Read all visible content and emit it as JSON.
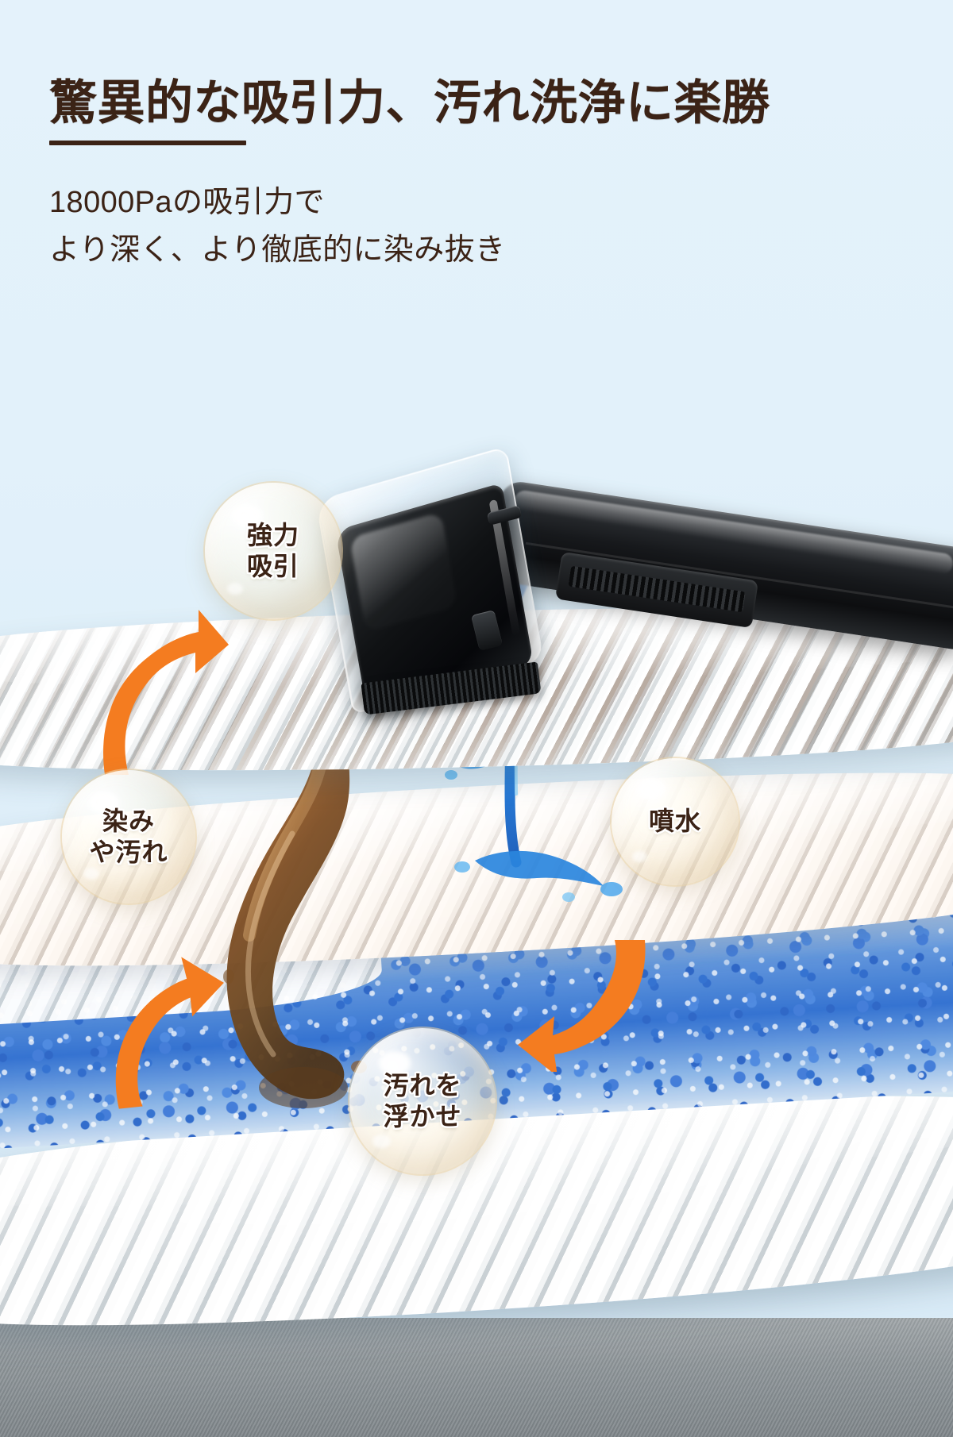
{
  "page": {
    "background_color": "#e3f2fa",
    "text_color": "#3b2316",
    "accent_color": "#f47c20"
  },
  "header": {
    "headline": "驚異的な吸引力、汚れ洗浄に楽勝",
    "subtitle_line1": "18000Paの吸引力で",
    "subtitle_line2": "より深く、より徹底的に染み抜き"
  },
  "spec": {
    "suction_power": "18000Pa"
  },
  "callouts": [
    {
      "id": "suction",
      "line1": "強力",
      "line2": "吸引"
    },
    {
      "id": "stain",
      "line1": "染み",
      "line2": "や汚れ"
    },
    {
      "id": "spray",
      "line1": "噴水",
      "line2": ""
    },
    {
      "id": "lift",
      "line1": "汚れを",
      "line2": "浮かせ"
    }
  ],
  "scene": {
    "device_label": "cordless-carpet-cleaner-head",
    "layers": [
      "top-woven-carpet-with-dirt",
      "middle-woven-carpet",
      "blue-bead-foam-layer",
      "bottom-white-rope-carpet",
      "grey-floor"
    ],
    "effects": [
      "brown-stain-stream",
      "blue-water-spray",
      "orange-suction-arrow",
      "orange-stain-arrow",
      "orange-lift-arrow"
    ]
  }
}
